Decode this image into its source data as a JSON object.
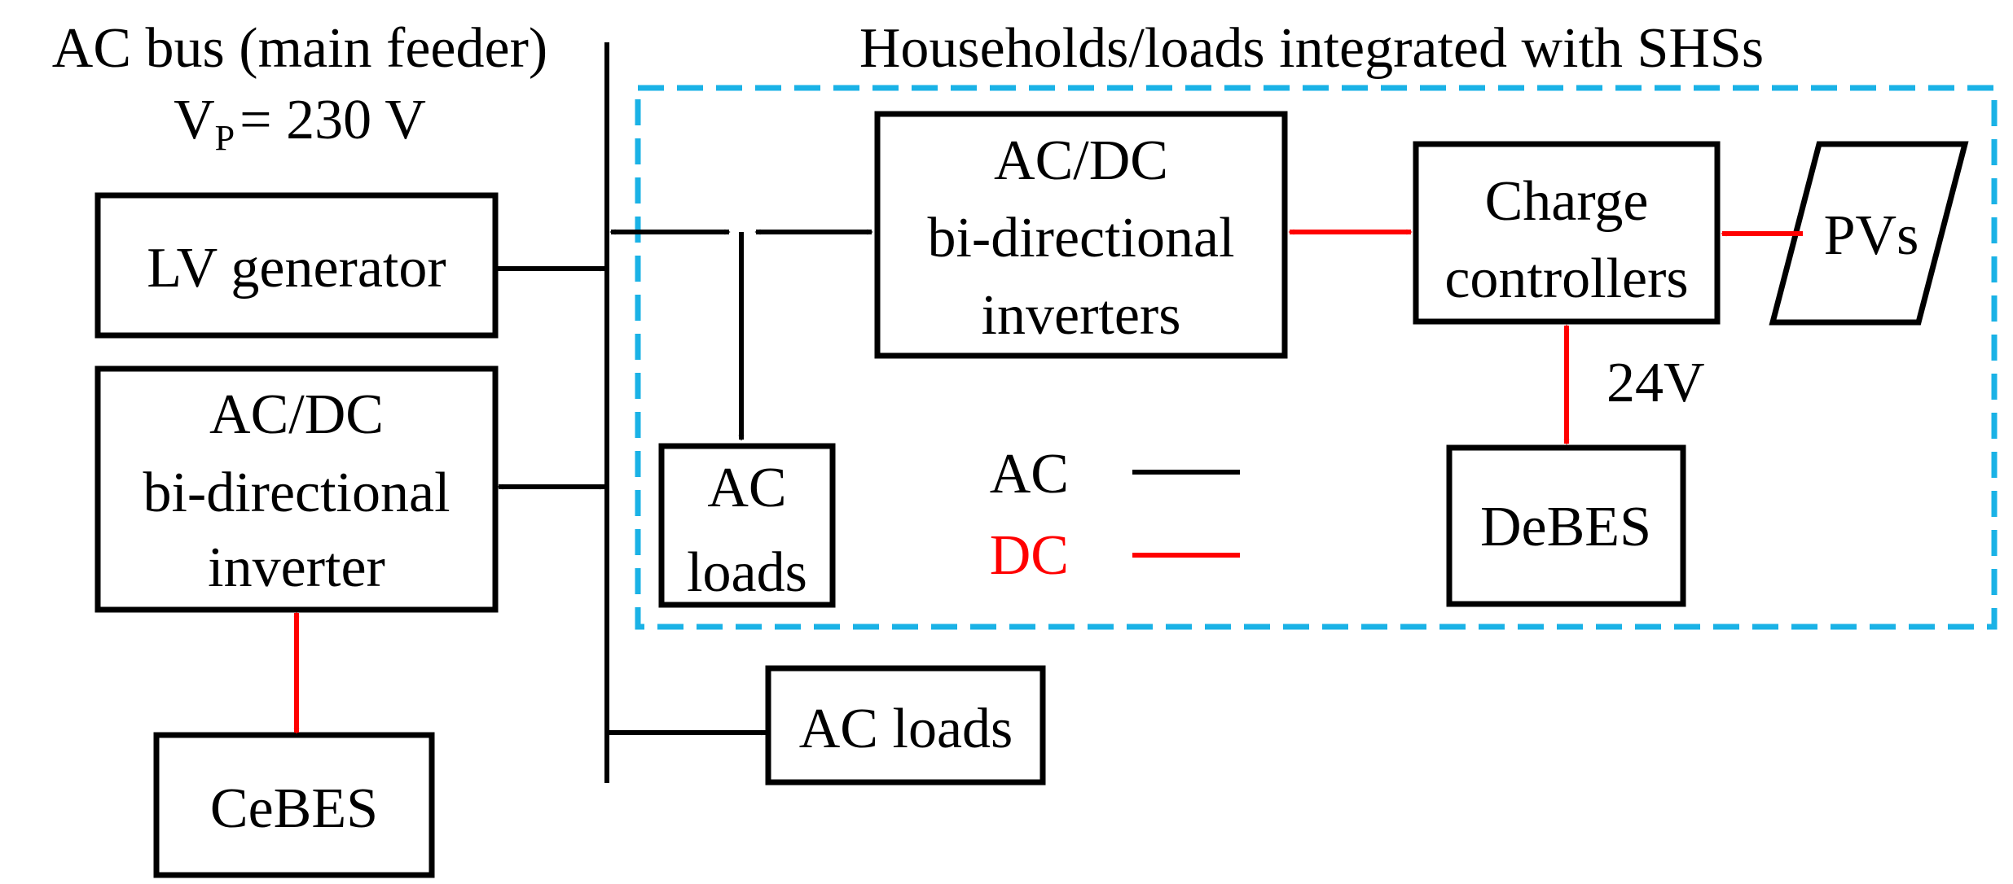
{
  "header": {
    "bus_title": "AC bus (main feeder)",
    "voltage_symbol": "V",
    "voltage_subscript": "P",
    "voltage_value": "= 230 V",
    "households_title": "Households/loads integrated with SHSs"
  },
  "blocks": {
    "lv_generator": "LV generator",
    "central_inverter": [
      "AC/DC",
      "bi-directional",
      "inverter"
    ],
    "cebes": "CeBES",
    "ac_loads_bus": "AC loads",
    "household_inverters": [
      "AC/DC",
      "bi-directional",
      "inverters"
    ],
    "charge_controllers": [
      "Charge",
      "controllers"
    ],
    "pvs": "PVs",
    "ac_loads_house": [
      "AC",
      "loads"
    ],
    "debes": "DeBES",
    "battery_voltage": "24V"
  },
  "legend": {
    "ac_label": "AC",
    "dc_label": "DC",
    "ac_color": "#000000",
    "dc_color": "#ff0000"
  },
  "colors": {
    "household_border": "#1ab2e6"
  }
}
